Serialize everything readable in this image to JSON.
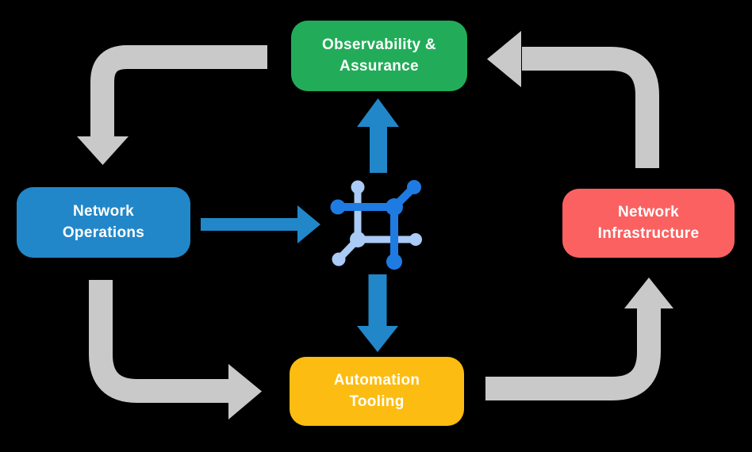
{
  "colors": {
    "background": "#000000",
    "cycle_arrow_gray": "#C9C9C9",
    "flow_arrow_blue": "#2187C9",
    "icon_dark_blue": "#1E7BE2",
    "icon_light_blue": "#A9CBF5",
    "label_text": "#FFFFFF"
  },
  "nodes": {
    "observability": {
      "label": "Observability &\nAssurance",
      "color": "#22AC59"
    },
    "operations": {
      "label": "Network\nOperations",
      "color": "#2287C8"
    },
    "infrastructure": {
      "label": "Network\nInfrastructure",
      "color": "#FA6160"
    },
    "automation": {
      "label": "Automation\nTooling",
      "color": "#FCBC11"
    }
  },
  "icons": {
    "center": "network-hub-icon"
  }
}
